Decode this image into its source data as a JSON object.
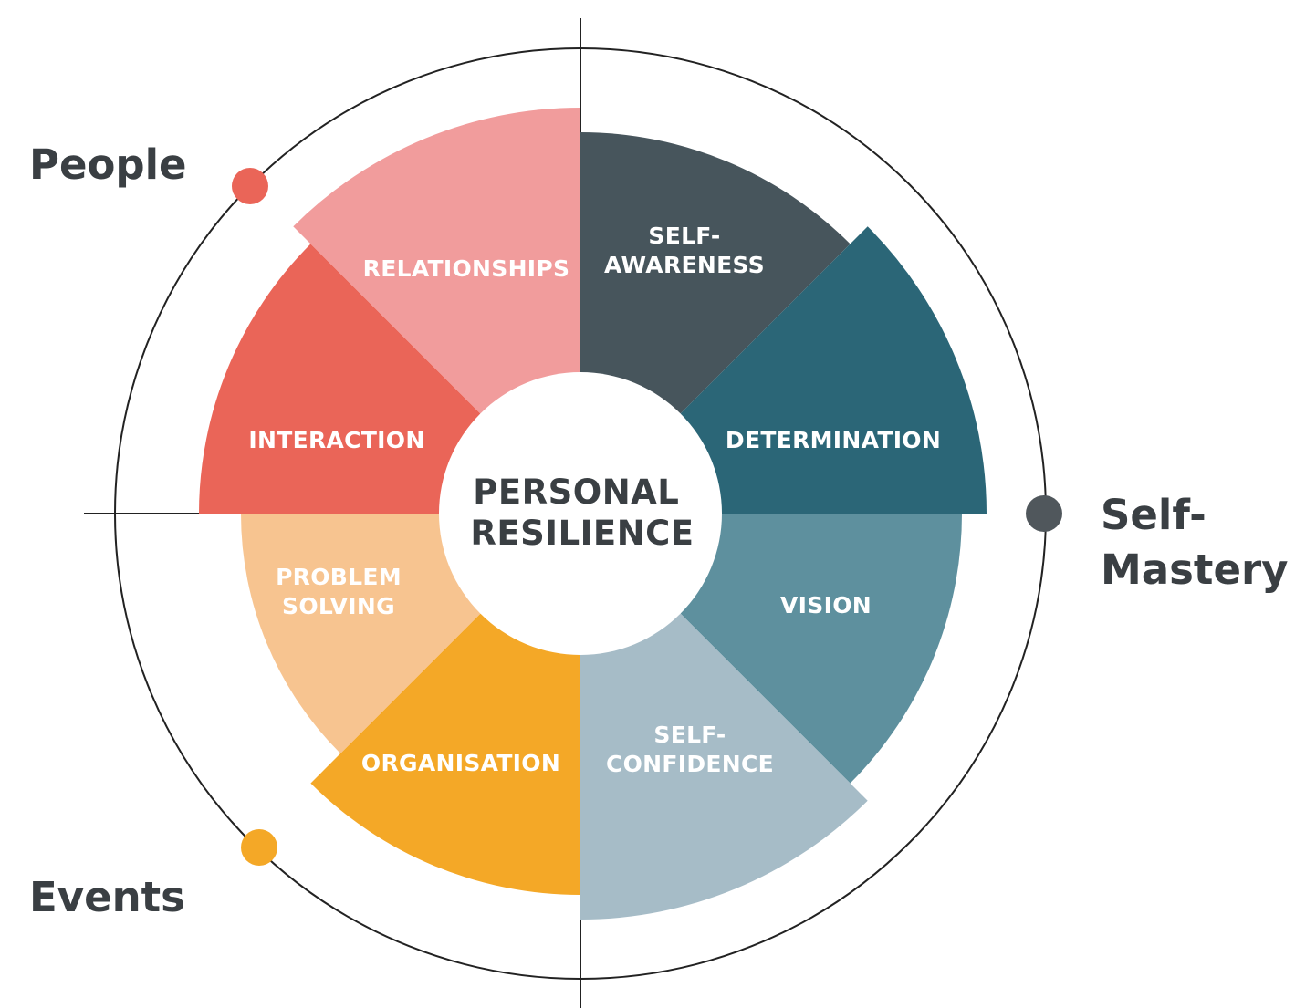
{
  "center": {
    "line1": "PERSONAL",
    "line2": "RESILIENCE"
  },
  "segments": [
    {
      "key": "self-awareness",
      "lines": [
        "SELF-",
        "AWARENESS"
      ],
      "color": "#47555c"
    },
    {
      "key": "determination",
      "lines": [
        "DETERMINATION"
      ],
      "color": "#2b6677"
    },
    {
      "key": "vision",
      "lines": [
        "VISION"
      ],
      "color": "#5e909e"
    },
    {
      "key": "self-confidence",
      "lines": [
        "SELF-",
        "CONFIDENCE"
      ],
      "color": "#a6bcc7"
    },
    {
      "key": "organisation",
      "lines": [
        "ORGANISATION"
      ],
      "color": "#f4a827"
    },
    {
      "key": "problem-solving",
      "lines": [
        "PROBLEM",
        "SOLVING"
      ],
      "color": "#f7c490"
    },
    {
      "key": "interaction",
      "lines": [
        "INTERACTION"
      ],
      "color": "#ea6558"
    },
    {
      "key": "relationships",
      "lines": [
        "RELATIONSHIPS"
      ],
      "color": "#f19c9c"
    }
  ],
  "groups": [
    {
      "key": "people",
      "lines": [
        "People"
      ],
      "dot_color": "#ea6558"
    },
    {
      "key": "self-mastery",
      "lines": [
        "Self-",
        "Mastery"
      ],
      "dot_color": "#50575c"
    },
    {
      "key": "events",
      "lines": [
        "Events"
      ],
      "dot_color": "#f4a827"
    }
  ]
}
